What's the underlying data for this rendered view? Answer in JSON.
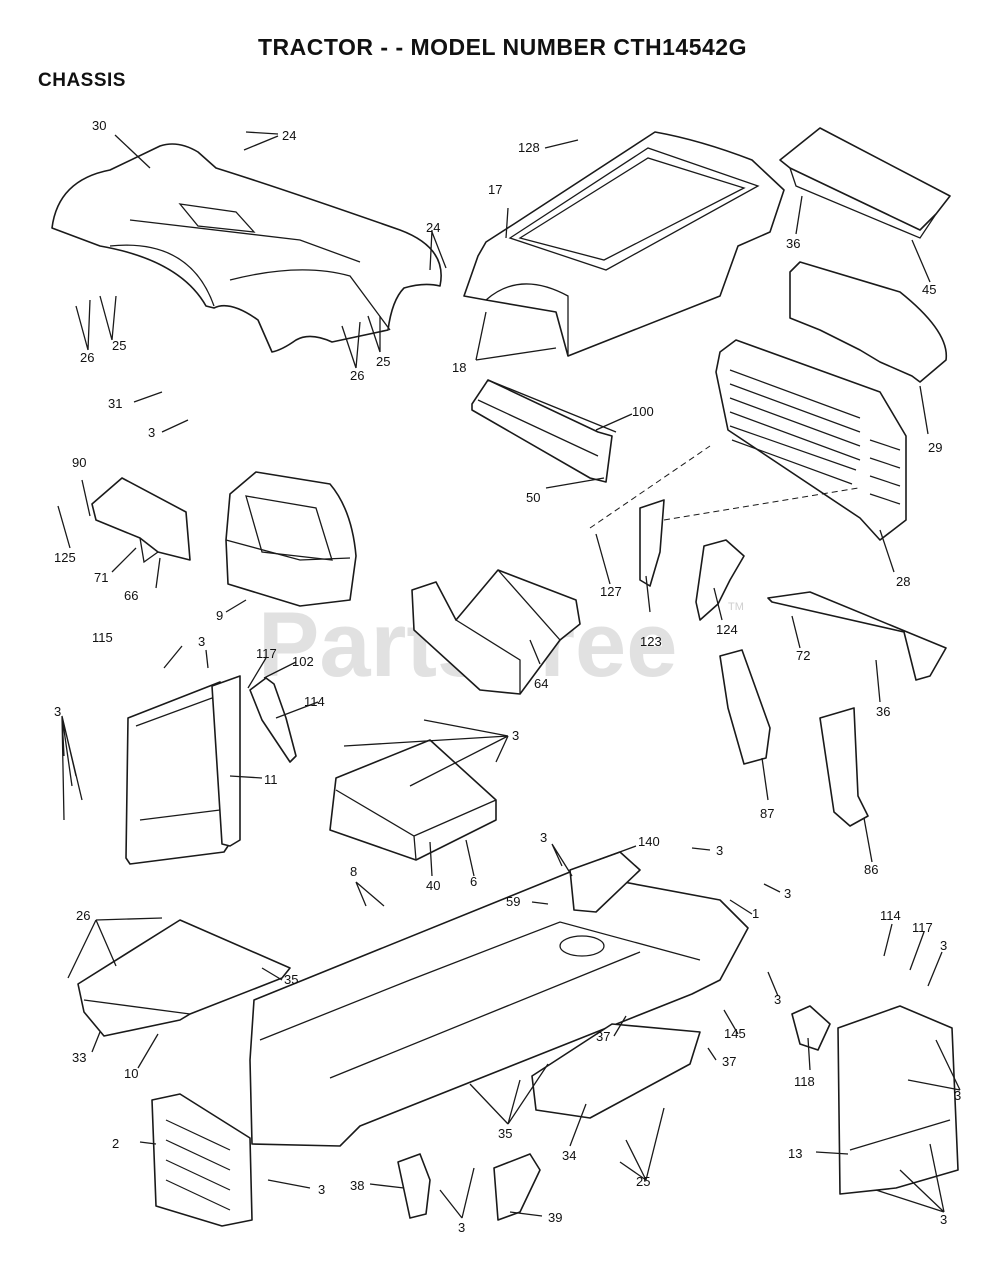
{
  "title": "TRACTOR - - MODEL NUMBER CTH14542G",
  "section": "CHASSIS",
  "watermark": {
    "text": "PartsTree",
    "tm": "TM"
  },
  "callouts": [
    {
      "id": "c30",
      "text": "30"
    },
    {
      "id": "c24a",
      "text": "24"
    },
    {
      "id": "c24b",
      "text": "24"
    },
    {
      "id": "c26a",
      "text": "26"
    },
    {
      "id": "c25a",
      "text": "25"
    },
    {
      "id": "c26b",
      "text": "26"
    },
    {
      "id": "c25b",
      "text": "25"
    },
    {
      "id": "c31",
      "text": "31"
    },
    {
      "id": "c3a",
      "text": "3"
    },
    {
      "id": "c128",
      "text": "128"
    },
    {
      "id": "c17",
      "text": "17"
    },
    {
      "id": "c36a",
      "text": "36"
    },
    {
      "id": "c45",
      "text": "45"
    },
    {
      "id": "c18",
      "text": "18"
    },
    {
      "id": "c100",
      "text": "100"
    },
    {
      "id": "c29",
      "text": "29"
    },
    {
      "id": "c50",
      "text": "50"
    },
    {
      "id": "c90",
      "text": "90"
    },
    {
      "id": "c125",
      "text": "125"
    },
    {
      "id": "c71",
      "text": "71"
    },
    {
      "id": "c66",
      "text": "66"
    },
    {
      "id": "c9",
      "text": "9"
    },
    {
      "id": "c127",
      "text": "127"
    },
    {
      "id": "c123",
      "text": "123"
    },
    {
      "id": "c124",
      "text": "124"
    },
    {
      "id": "c28",
      "text": "28"
    },
    {
      "id": "c64",
      "text": "64"
    },
    {
      "id": "c72",
      "text": "72"
    },
    {
      "id": "c115",
      "text": "115"
    },
    {
      "id": "c3b",
      "text": "3"
    },
    {
      "id": "c117a",
      "text": "117"
    },
    {
      "id": "c102",
      "text": "102"
    },
    {
      "id": "c114a",
      "text": "114"
    },
    {
      "id": "c3c",
      "text": "3"
    },
    {
      "id": "c11",
      "text": "11"
    },
    {
      "id": "c3d",
      "text": "3"
    },
    {
      "id": "c36b",
      "text": "36"
    },
    {
      "id": "c87",
      "text": "87"
    },
    {
      "id": "c40",
      "text": "40"
    },
    {
      "id": "c6",
      "text": "6"
    },
    {
      "id": "c86",
      "text": "86"
    },
    {
      "id": "c3e",
      "text": "3"
    },
    {
      "id": "c140",
      "text": "140"
    },
    {
      "id": "c3f",
      "text": "3"
    },
    {
      "id": "c3g",
      "text": "3"
    },
    {
      "id": "c8",
      "text": "8"
    },
    {
      "id": "c59",
      "text": "59"
    },
    {
      "id": "c1",
      "text": "1"
    },
    {
      "id": "c26c",
      "text": "26"
    },
    {
      "id": "c35a",
      "text": "35"
    },
    {
      "id": "c114b",
      "text": "114"
    },
    {
      "id": "c117b",
      "text": "117"
    },
    {
      "id": "c3h",
      "text": "3"
    },
    {
      "id": "c3i",
      "text": "3"
    },
    {
      "id": "c145",
      "text": "145"
    },
    {
      "id": "c37a",
      "text": "37"
    },
    {
      "id": "c37b",
      "text": "37"
    },
    {
      "id": "c33",
      "text": "33"
    },
    {
      "id": "c10",
      "text": "10"
    },
    {
      "id": "c118",
      "text": "118"
    },
    {
      "id": "c3j",
      "text": "3"
    },
    {
      "id": "c35b",
      "text": "35"
    },
    {
      "id": "c2",
      "text": "2"
    },
    {
      "id": "c34",
      "text": "34"
    },
    {
      "id": "c13",
      "text": "13"
    },
    {
      "id": "c25c",
      "text": "25"
    },
    {
      "id": "c3k",
      "text": "3"
    },
    {
      "id": "c38",
      "text": "38"
    },
    {
      "id": "c3l",
      "text": "3"
    },
    {
      "id": "c39",
      "text": "39"
    },
    {
      "id": "c3m",
      "text": "3"
    }
  ]
}
